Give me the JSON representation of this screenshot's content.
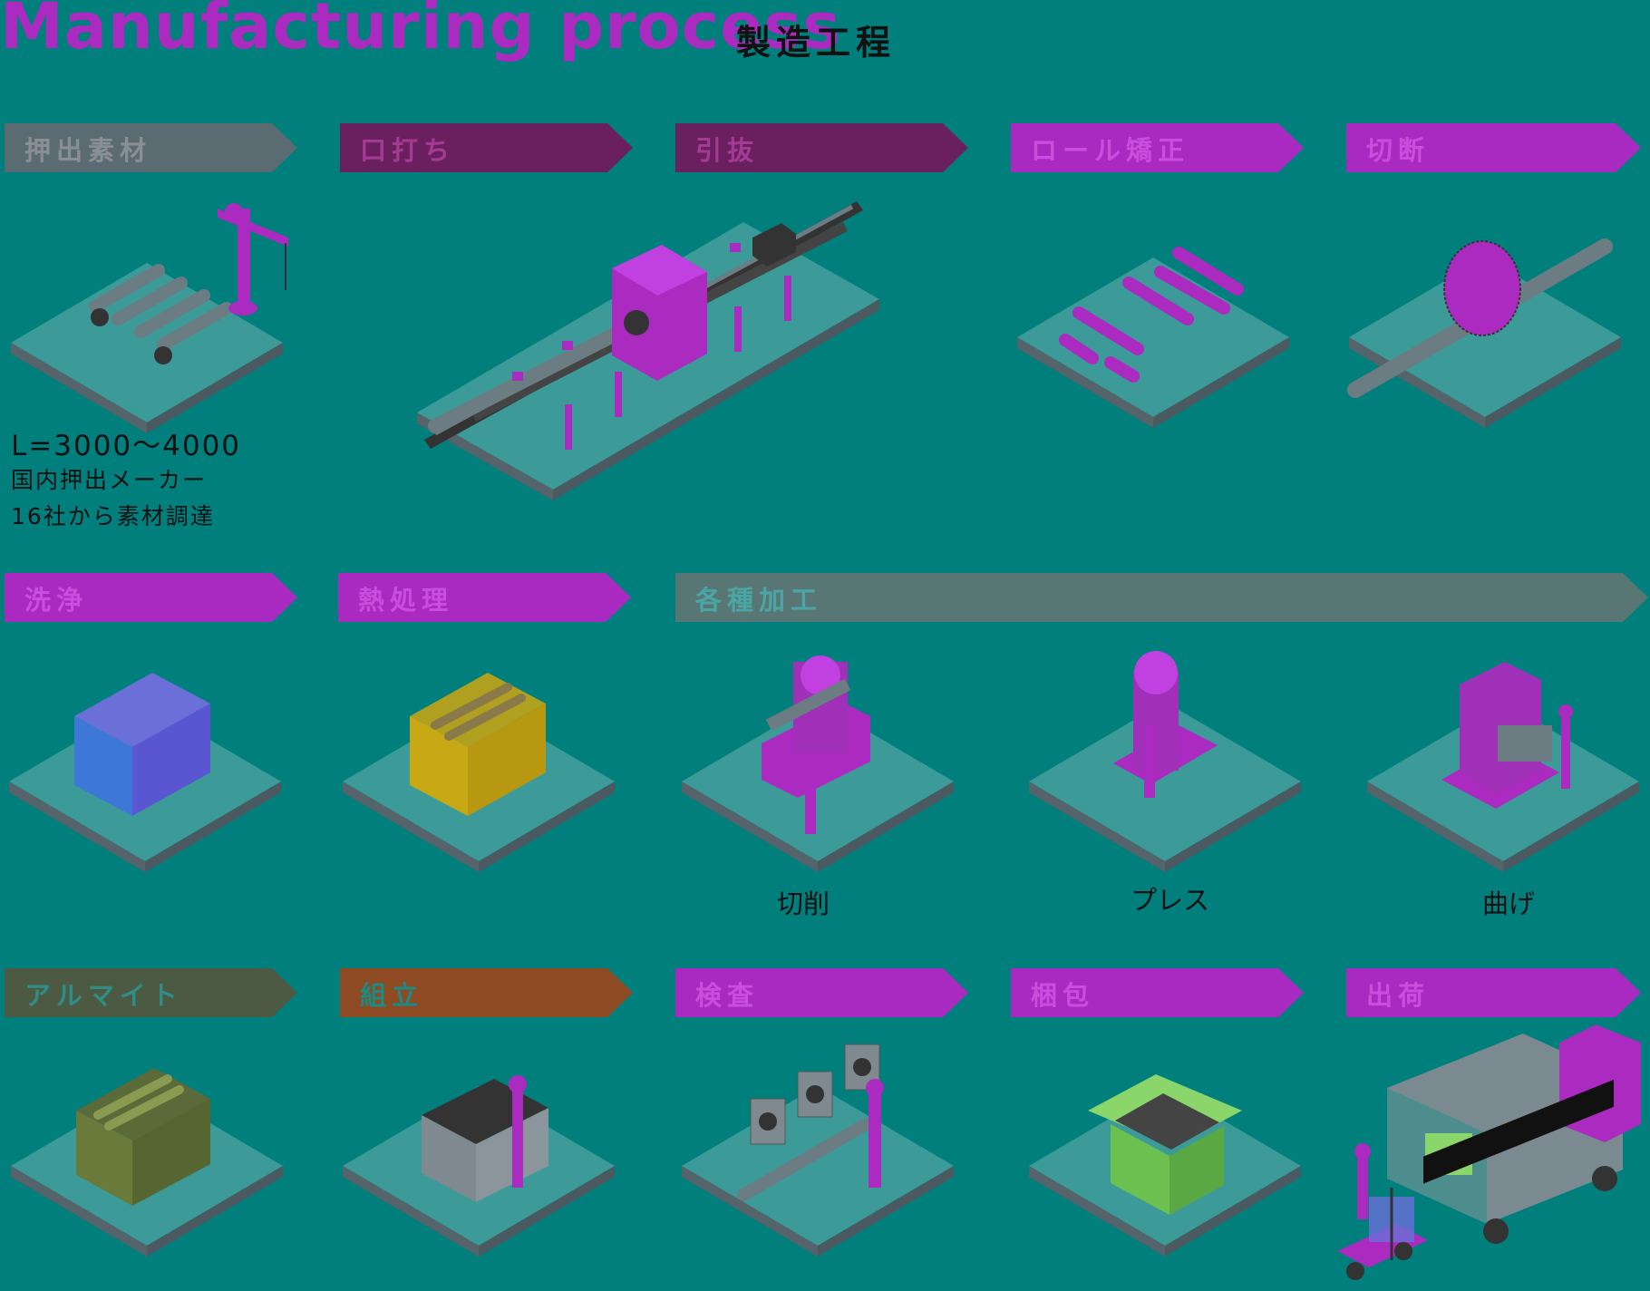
{
  "header": {
    "title": "Manufacturing process",
    "subtitle": "製造工程"
  },
  "steps": [
    {
      "label": "押出素材",
      "bg": "#5a6c72",
      "fg": "#8a8f95"
    },
    {
      "label": "口打ち",
      "bg": "#6a1f5e",
      "fg": "#a33b95"
    },
    {
      "label": "引抜",
      "bg": "#6a1f5e",
      "fg": "#a33b95"
    },
    {
      "label": "ロール矯正",
      "bg": "#a92ac0",
      "fg": "#c84fdc"
    },
    {
      "label": "切断",
      "bg": "#a92ac0",
      "fg": "#c84fdc"
    },
    {
      "label": "洗浄",
      "bg": "#a92ac0",
      "fg": "#c84fdc"
    },
    {
      "label": "熱処理",
      "bg": "#a92ac0",
      "fg": "#c84fdc"
    },
    {
      "label": "各種加工",
      "bg": "#587774",
      "fg": "#4aa6a4"
    },
    {
      "label": "アルマイト",
      "bg": "#4c5a44",
      "fg": "#2f8c86"
    },
    {
      "label": "組立",
      "bg": "#8e4a22",
      "fg": "#1d8a83"
    },
    {
      "label": "検査",
      "bg": "#a92ac0",
      "fg": "#c84fdc"
    },
    {
      "label": "梱包",
      "bg": "#a92ac0",
      "fg": "#c84fdc"
    },
    {
      "label": "出荷",
      "bg": "#a92ac0",
      "fg": "#c84fdc"
    }
  ],
  "note": {
    "line1": "L=3000～4000",
    "line2": "国内押出メーカー",
    "line3": "16社から素材調達"
  },
  "captions": {
    "cutting": "切削",
    "press": "プレス",
    "bending": "曲げ"
  },
  "colors": {
    "background": "#007f7d",
    "magenta": "#ab2ac0",
    "platform": "#3c9a99"
  }
}
